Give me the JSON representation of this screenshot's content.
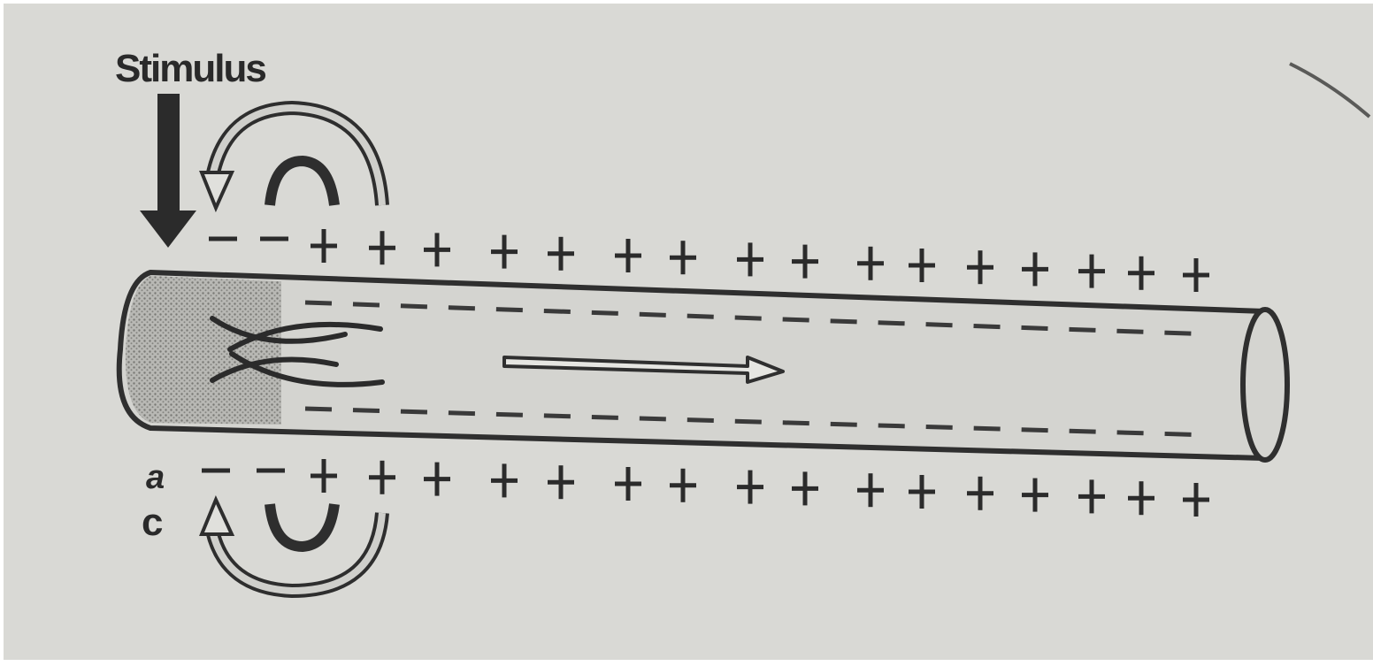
{
  "diagram": {
    "stimulus_label": "Stimulus",
    "side_label_top": "a",
    "side_label_bottom": "c",
    "colors": {
      "paper": "#d9d9d5",
      "ink": "#2b2b2b",
      "shading": "#8e8e8a"
    }
  }
}
